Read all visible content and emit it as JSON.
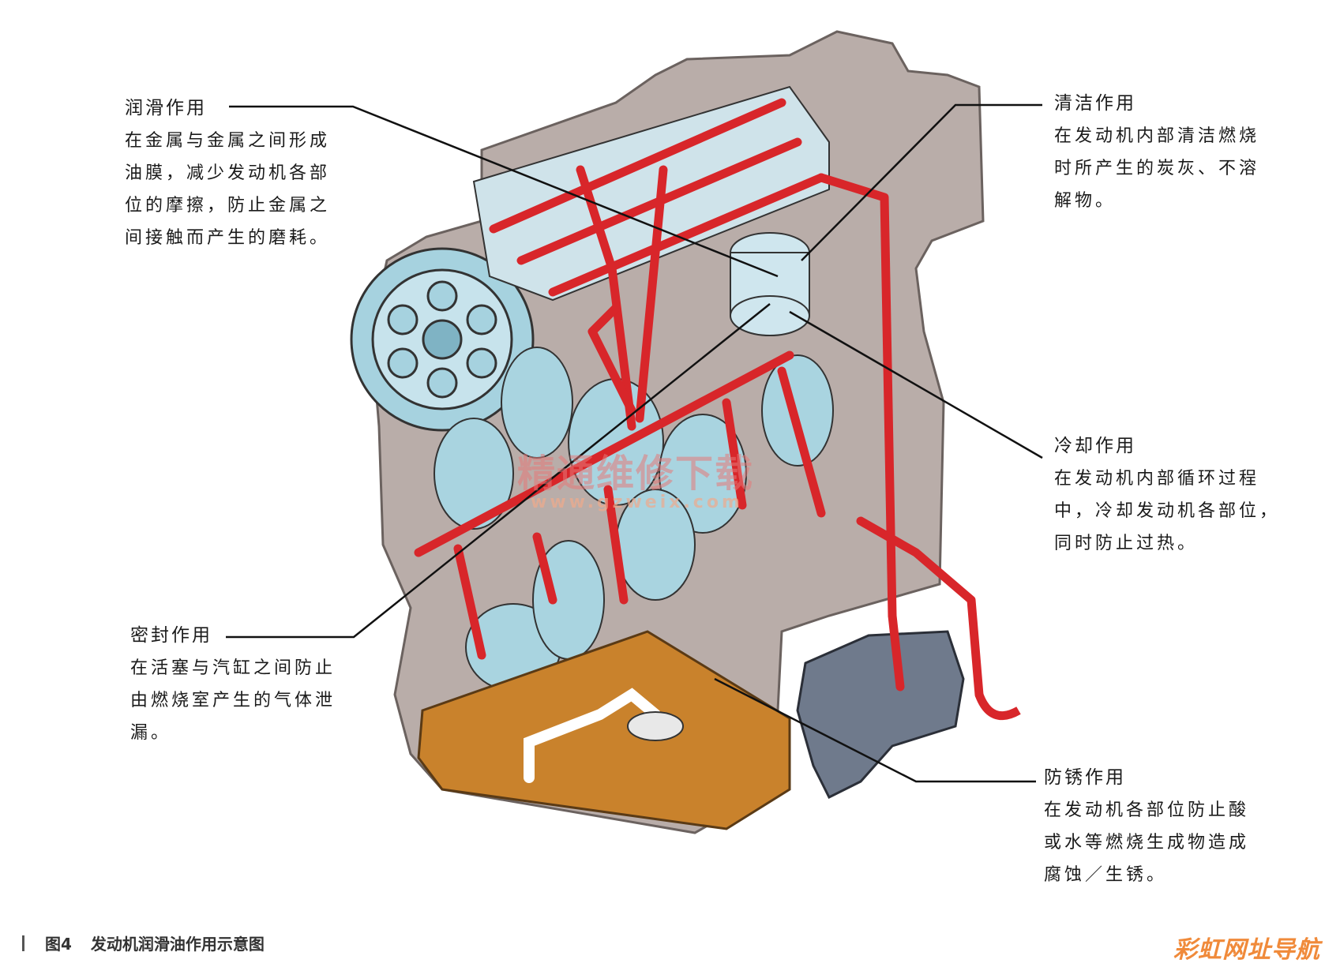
{
  "callouts": {
    "lubrication": {
      "title": "润滑作用",
      "lines": [
        "在金属与金属之间形成",
        "油膜，减少发动机各部",
        "位的摩擦，防止金属之",
        "间接触而产生的磨耗。"
      ]
    },
    "cleaning": {
      "title": "清洁作用",
      "lines": [
        "在发动机内部清洁燃烧",
        "时所产生的炭灰、不溶",
        "解物。"
      ]
    },
    "cooling": {
      "title": "冷却作用",
      "lines": [
        "在发动机内部循环过程",
        "中，冷却发动机各部位，",
        "同时防止过热。"
      ]
    },
    "sealing": {
      "title": "密封作用",
      "lines": [
        "在活塞与汽缸之间防止",
        "由燃烧室产生的气体泄",
        "漏。"
      ]
    },
    "anticorrosion": {
      "title": "防锈作用",
      "lines": [
        "在发动机各部位防止酸",
        "或水等燃烧生成物造成",
        "腐蚀／生锈。"
      ]
    }
  },
  "caption": {
    "figure": "图4",
    "text": "发动机润滑油作用示意图"
  },
  "watermarks": {
    "center": "精通维修下载",
    "url": "www.gzweix.com",
    "corner": "彩虹网址导航"
  },
  "colors": {
    "oil_path": "#d8262a",
    "oil_pan": "#c9822c",
    "engine_block": "#b7aba7",
    "engine_parts": "#a9d4e0",
    "pump": "#6f7a8c"
  }
}
